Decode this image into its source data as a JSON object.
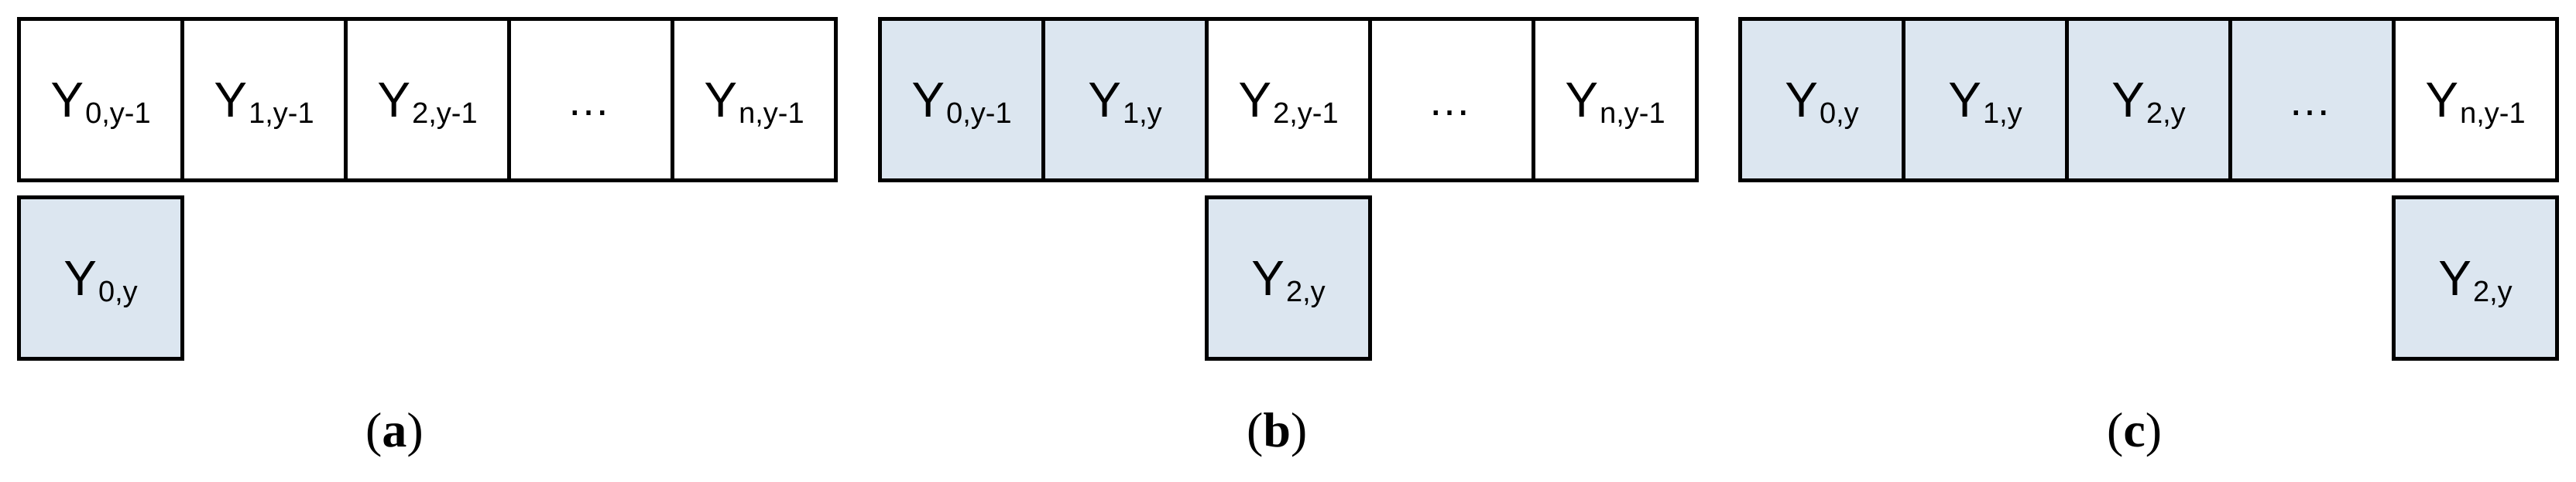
{
  "panels": [
    {
      "caption_open": "(",
      "caption_letter": "a",
      "caption_close": ")",
      "cells": [
        {
          "main": "Y",
          "sub": "0,y-1",
          "filled": false
        },
        {
          "main": "Y",
          "sub": "1,y-1",
          "filled": false
        },
        {
          "main": "Y",
          "sub": "2,y-1",
          "filled": false
        },
        {
          "main": "…",
          "sub": "",
          "filled": false
        },
        {
          "main": "Y",
          "sub": "n,y-1",
          "filled": false
        }
      ],
      "below": {
        "main": "Y",
        "sub": "0,y"
      }
    },
    {
      "caption_open": "(",
      "caption_letter": "b",
      "caption_close": ")",
      "cells": [
        {
          "main": "Y",
          "sub": "0,y-1",
          "filled": true
        },
        {
          "main": "Y",
          "sub": "1,y",
          "filled": true
        },
        {
          "main": "Y",
          "sub": "2,y-1",
          "filled": false
        },
        {
          "main": "…",
          "sub": "",
          "filled": false
        },
        {
          "main": "Y",
          "sub": "n,y-1",
          "filled": false
        }
      ],
      "below": {
        "main": "Y",
        "sub": "2,y"
      }
    },
    {
      "caption_open": "(",
      "caption_letter": "c",
      "caption_close": ")",
      "cells": [
        {
          "main": "Y",
          "sub": "0,y",
          "filled": true
        },
        {
          "main": "Y",
          "sub": "1,y",
          "filled": true
        },
        {
          "main": "Y",
          "sub": "2,y",
          "filled": true
        },
        {
          "main": "…",
          "sub": "",
          "filled": true
        },
        {
          "main": "Y",
          "sub": "n,y-1",
          "filled": false
        }
      ],
      "below": {
        "main": "Y",
        "sub": "2,y"
      }
    }
  ],
  "colors": {
    "filled": "#dce6f0",
    "plain": "#ffffff",
    "border": "#000000"
  }
}
